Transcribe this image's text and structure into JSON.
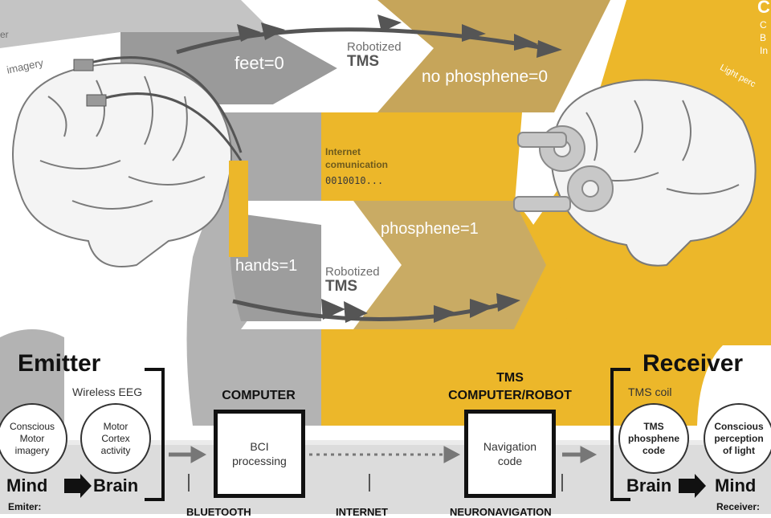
{
  "top_left": {
    "frag1": "er",
    "frag2": "imagery"
  },
  "top_right": {
    "frag1": "C",
    "frag2": "C",
    "frag3": "B",
    "frag4": "In",
    "frag5": "Light perc"
  },
  "flow_top": {
    "feet": "feet=0",
    "robot_label": "Robotized",
    "robot_tms": "TMS",
    "no_phosphene": "no phosphene=0"
  },
  "internet": {
    "line1": "Internet",
    "line2": "comunication",
    "bits": "0010010..."
  },
  "flow_bottom": {
    "phosphene": "phosphene=1",
    "hands": "hands=1",
    "robot_label": "Robotized",
    "robot_tms": "TMS"
  },
  "emitter": {
    "title": "Emitter",
    "wireless": "Wireless EEG",
    "circle1": [
      "Conscious",
      "Motor",
      "imagery"
    ],
    "circle2": [
      "Motor",
      "Cortex",
      "activity"
    ],
    "mind": "Mind",
    "brain": "Brain",
    "footer": "Emiter:"
  },
  "computer": {
    "title": "COMPUTER",
    "box": [
      "BCI",
      "processing"
    ],
    "footer": "BLUETOOTH"
  },
  "tms_robot": {
    "title1": "TMS",
    "title2": "COMPUTER/ROBOT",
    "box": [
      "Navigation",
      "code"
    ],
    "footer": "NEURONAVIGATION"
  },
  "internet_footer": "INTERNET",
  "receiver": {
    "title": "Receiver",
    "tms_coil": "TMS coil",
    "circle1": [
      "TMS",
      "phosphene",
      "code"
    ],
    "circle2": [
      "Conscious",
      "perception",
      "of light"
    ],
    "brain": "Brain",
    "mind": "Mind",
    "footer": "Receiver:"
  },
  "colors": {
    "yellow": "#ecb72a",
    "gray": "#b2b2b2",
    "darkgray": "#8f8f8f",
    "tan": "#c9ab64"
  },
  "icons": {
    "arrow": "right-arrow-icon",
    "brain": "brain-outline-icon",
    "key": "windup-key-icon",
    "electrode": "eeg-electrode-icon"
  }
}
